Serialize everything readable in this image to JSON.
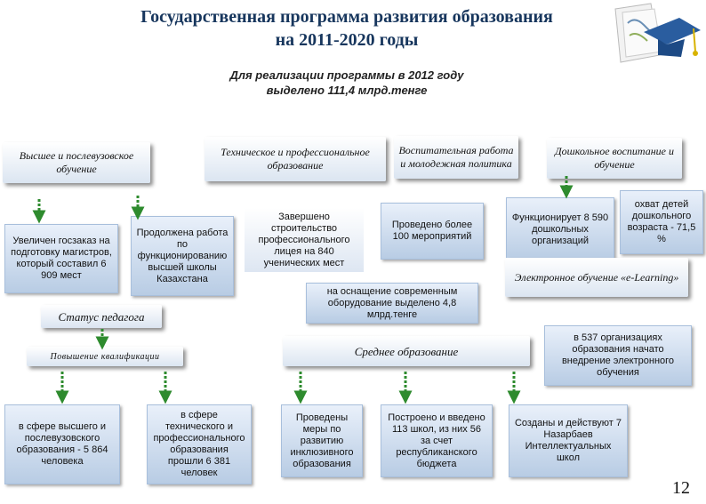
{
  "header": {
    "title_line1": "Государственная программа развития образования",
    "title_line2": "на 2011-2020 годы",
    "subtitle_line1": "Для реализации программы в 2012 году",
    "subtitle_line2": "выделено 111,4 млрд.тенге"
  },
  "categories": {
    "higher": "Высшее и послевузовское обучение",
    "technical": "Техническое и профессиональное образование",
    "upbringing": "Воспитательная работа и молодежная политика",
    "preschool": "Дошкольное воспитание и обучение",
    "teacher_status": "Статус педагога",
    "qualification": "Повышение квалификации",
    "secondary": "Среднее образование",
    "elearning": "Электронное обучение «e-Learning»"
  },
  "facts": {
    "higher_order": "Увеличен госзаказ на подготовку магистров, который составил 6 909 мест",
    "higher_cont": "Продолжена работа по функционированию высшей школы Казахстана",
    "tech_built": "Завершено строительство профессионального лицея на 840 ученических мест",
    "tech_equipment": "на оснащение современным оборудование выделено 4,8 млрд.тенге",
    "events": "Проведено более 100 мероприятий",
    "preschool_orgs": "Функционирует 8 590 дошкольных организаций",
    "preschool_coverage": "охват детей дошкольного возраста - 71,5 %",
    "elearning_orgs": "в 537 организациях образования начато внедрение электронного обучения",
    "qual_higher": "в сфере высшего и послевузовского образования - 5 864 человека",
    "qual_tech": "в сфере технического и профессионального образования прошли 6 381 человек",
    "inclusive": "Проведены меры по развитию инклюзивного образования",
    "schools": "Построено и введено 113 школ, из них 56 за счет республиканского бюджета",
    "nazarbayev": "Созданы и действуют 7 Назарбаев Интеллектуальных школ"
  },
  "page_number": "12",
  "colors": {
    "title": "#17365d",
    "box_fill_top": "#e9f0fa",
    "box_fill_bottom": "#b8cce4",
    "arrow": "#2e8b2e"
  },
  "icons": [
    "graduation-cap-icon",
    "book-icon",
    "arrow-down-icon"
  ]
}
